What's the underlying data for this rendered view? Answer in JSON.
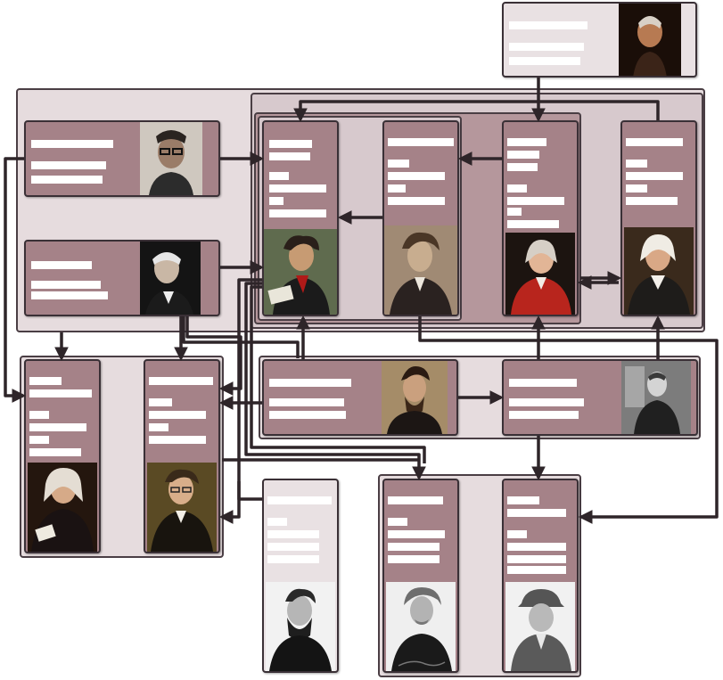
{
  "diagram": {
    "type": "composer-relationship-diagram",
    "colors": {
      "group_light": "#e6dcde",
      "group_mid": "#d7c9cd",
      "group_dark": "#b5979c",
      "card_fill": "#a58288",
      "card_light_fill": "#e9e1e3",
      "connector": "#2e2529",
      "label_bar": "#ffffff"
    },
    "nodes": [
      {
        "id": "top-right",
        "portrait_icon": "composer-portrait-icon",
        "portrait_style": "old-man-dark"
      },
      {
        "id": "shostakovich-like",
        "portrait_icon": "composer-portrait-icon",
        "portrait_style": "glasses"
      },
      {
        "id": "mid-left-2",
        "portrait_icon": "composer-portrait-icon",
        "portrait_style": "gray-hair"
      },
      {
        "id": "beethoven-like",
        "portrait_icon": "composer-portrait-icon",
        "portrait_style": "wild-hair-red-scarf"
      },
      {
        "id": "chopin-like",
        "portrait_icon": "composer-portrait-icon",
        "portrait_style": "sepia"
      },
      {
        "id": "mozart-like",
        "portrait_icon": "composer-portrait-icon",
        "portrait_style": "red-coat-wig"
      },
      {
        "id": "haydn-like",
        "portrait_icon": "composer-portrait-icon",
        "portrait_style": "white-wig"
      },
      {
        "id": "bach-like",
        "portrait_icon": "composer-portrait-icon",
        "portrait_style": "wig-dark-coat"
      },
      {
        "id": "schubert-like",
        "portrait_icon": "composer-portrait-icon",
        "portrait_style": "glasses-dark"
      },
      {
        "id": "mussorgsky-like",
        "portrait_icon": "composer-portrait-icon",
        "portrait_style": "beard"
      },
      {
        "id": "prokofiev-like",
        "portrait_icon": "composer-portrait-icon",
        "portrait_style": "bw-seated"
      },
      {
        "id": "dvorak-like",
        "portrait_icon": "composer-portrait-icon",
        "portrait_style": "bw-beard"
      },
      {
        "id": "grieg-like",
        "portrait_icon": "composer-portrait-icon",
        "portrait_style": "bw-wild-hair"
      },
      {
        "id": "rachmaninoff-like",
        "portrait_icon": "composer-portrait-icon",
        "portrait_style": "bw-cap"
      }
    ]
  }
}
